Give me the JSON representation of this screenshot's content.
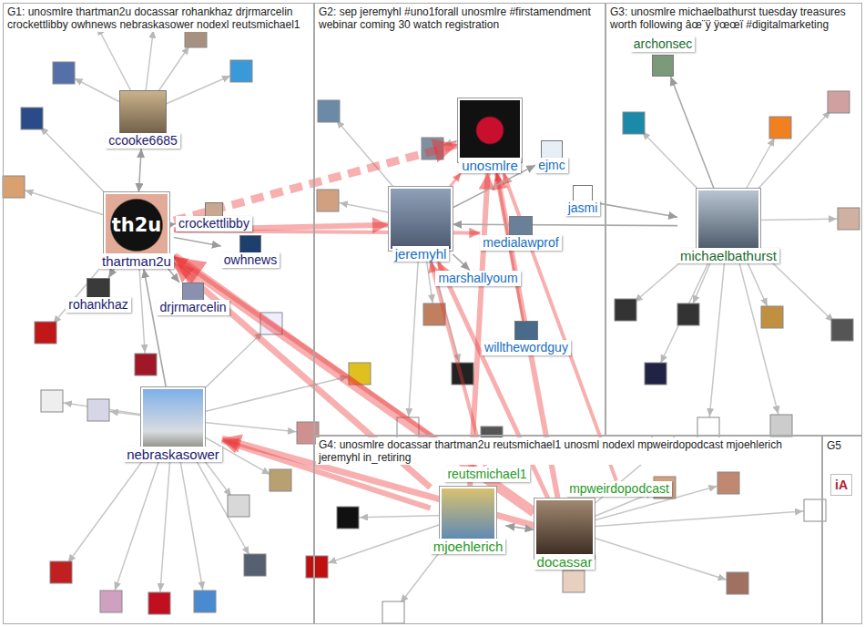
{
  "diagram": {
    "nodes": [
      {
        "text": [
          "G1: unosmlre thartman2u docassar rohankhaz drjrmarcelin crockettlibby owhnews nebraskasower nodexl reutsmichael1"
        ]
      },
      {
        "text": [
          "ccooke6685"
        ],
        "in": 0
      },
      {
        "text": [
          "thartman2u"
        ],
        "in": 0
      },
      {
        "text": [
          "crockettlibby"
        ],
        "in": 0
      },
      {
        "text": [
          "owhnews"
        ],
        "in": 0
      },
      {
        "text": [
          "rohankhaz"
        ],
        "in": 0
      },
      {
        "text": [
          "drjrmarcelin"
        ],
        "in": 0
      },
      {
        "text": [
          "nebraskasower"
        ],
        "in": 0
      },
      {
        "text": [
          "G2: sep jeremyhl #uno1forall unosmlre #firstamendment webinar coming 30 watch registration"
        ]
      },
      {
        "text": [
          "unosmlre"
        ],
        "in": 8
      },
      {
        "text": [
          "ejmc"
        ],
        "in": 8
      },
      {
        "text": [
          "jasmi"
        ],
        "in": 8
      },
      {
        "text": [
          "jeremyhl"
        ],
        "in": 8
      },
      {
        "text": [
          "medialawprof"
        ],
        "in": 8
      },
      {
        "text": [
          "marshallyoum"
        ],
        "in": 8
      },
      {
        "text": [
          "willthewordguy"
        ],
        "in": 8
      },
      {
        "text": [
          "G3: unosmlre michaelbathurst tuesday treasures worth following âœ¨ÿ ÿœœï #digitalmarketing"
        ]
      },
      {
        "text": [
          "archonsec"
        ],
        "in": 16
      },
      {
        "text": [
          "michaelbathurst"
        ],
        "in": 16
      },
      {
        "text": [
          "G4: unosmlre docassar thartman2u reutsmichael1 unosml nodexl mpweirdopodcast mjoehlerich jeremyhl in_retiring"
        ]
      },
      {
        "text": [
          "reutsmichael1"
        ],
        "in": 19
      },
      {
        "text": [
          "mpweirdopodcast"
        ],
        "in": 19
      },
      {
        "text": [
          "mjoehlerich"
        ],
        "in": 19
      },
      {
        "text": [
          "docassar"
        ],
        "in": 19
      },
      {
        "text": [
          "G5"
        ]
      }
    ],
    "edges": [
      {
        "from": 2,
        "to": 9,
        "arrow": "to"
      },
      {
        "from": 2,
        "to": 12,
        "arrow": "to"
      },
      {
        "from": 2,
        "to": 13,
        "arrow": "to"
      },
      {
        "from": 23,
        "to": 2,
        "arrow": "to"
      },
      {
        "from": 22,
        "to": 2,
        "arrow": "to"
      },
      {
        "from": 20,
        "to": 2,
        "arrow": "to"
      },
      {
        "from": 23,
        "to": 9,
        "arrow": "to"
      },
      {
        "from": 22,
        "to": 9,
        "arrow": "to"
      },
      {
        "from": 20,
        "to": 12,
        "arrow": "to"
      },
      {
        "from": 23,
        "to": 12,
        "arrow": "to"
      },
      {
        "from": 21,
        "to": 9,
        "arrow": "to"
      },
      {
        "from": 22,
        "to": 7,
        "arrow": "to"
      },
      {
        "from": 23,
        "to": 7,
        "arrow": "to"
      },
      {
        "from": 12,
        "to": 9,
        "arrow": "to"
      },
      {
        "from": 15,
        "to": 9,
        "arrow": "to"
      },
      {
        "from": 1,
        "to": 2,
        "arrow": "both"
      },
      {
        "from": 2,
        "to": 3,
        "arrow": "to"
      },
      {
        "from": 2,
        "to": 4,
        "arrow": "to"
      },
      {
        "from": 2,
        "to": 5,
        "arrow": "to"
      },
      {
        "from": 2,
        "to": 6,
        "arrow": "to"
      },
      {
        "from": 7,
        "to": 2,
        "arrow": "to"
      },
      {
        "from": 18,
        "to": 17,
        "arrow": "to"
      },
      {
        "from": 11,
        "to": 18,
        "arrow": "to"
      },
      {
        "from": 12,
        "to": 10,
        "arrow": "to"
      },
      {
        "from": 18,
        "to": 12,
        "arrow": "to"
      },
      {
        "from": 12,
        "to": 14,
        "arrow": "to"
      },
      {
        "from": 22,
        "to": 23,
        "arrow": "both"
      }
    ],
    "labels": [
      "th2u",
      "iA"
    ]
  }
}
